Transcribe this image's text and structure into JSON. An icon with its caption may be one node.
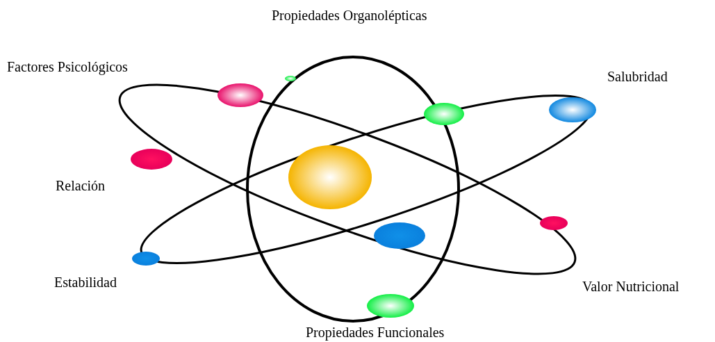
{
  "diagram": {
    "labels": [
      "Propiedades Organolépticas",
      "Factores Psicológicos",
      "Salubridad",
      "Relación",
      "Estabilidad",
      "Valor Nutricional",
      "Propiedades Funcionales"
    ]
  }
}
